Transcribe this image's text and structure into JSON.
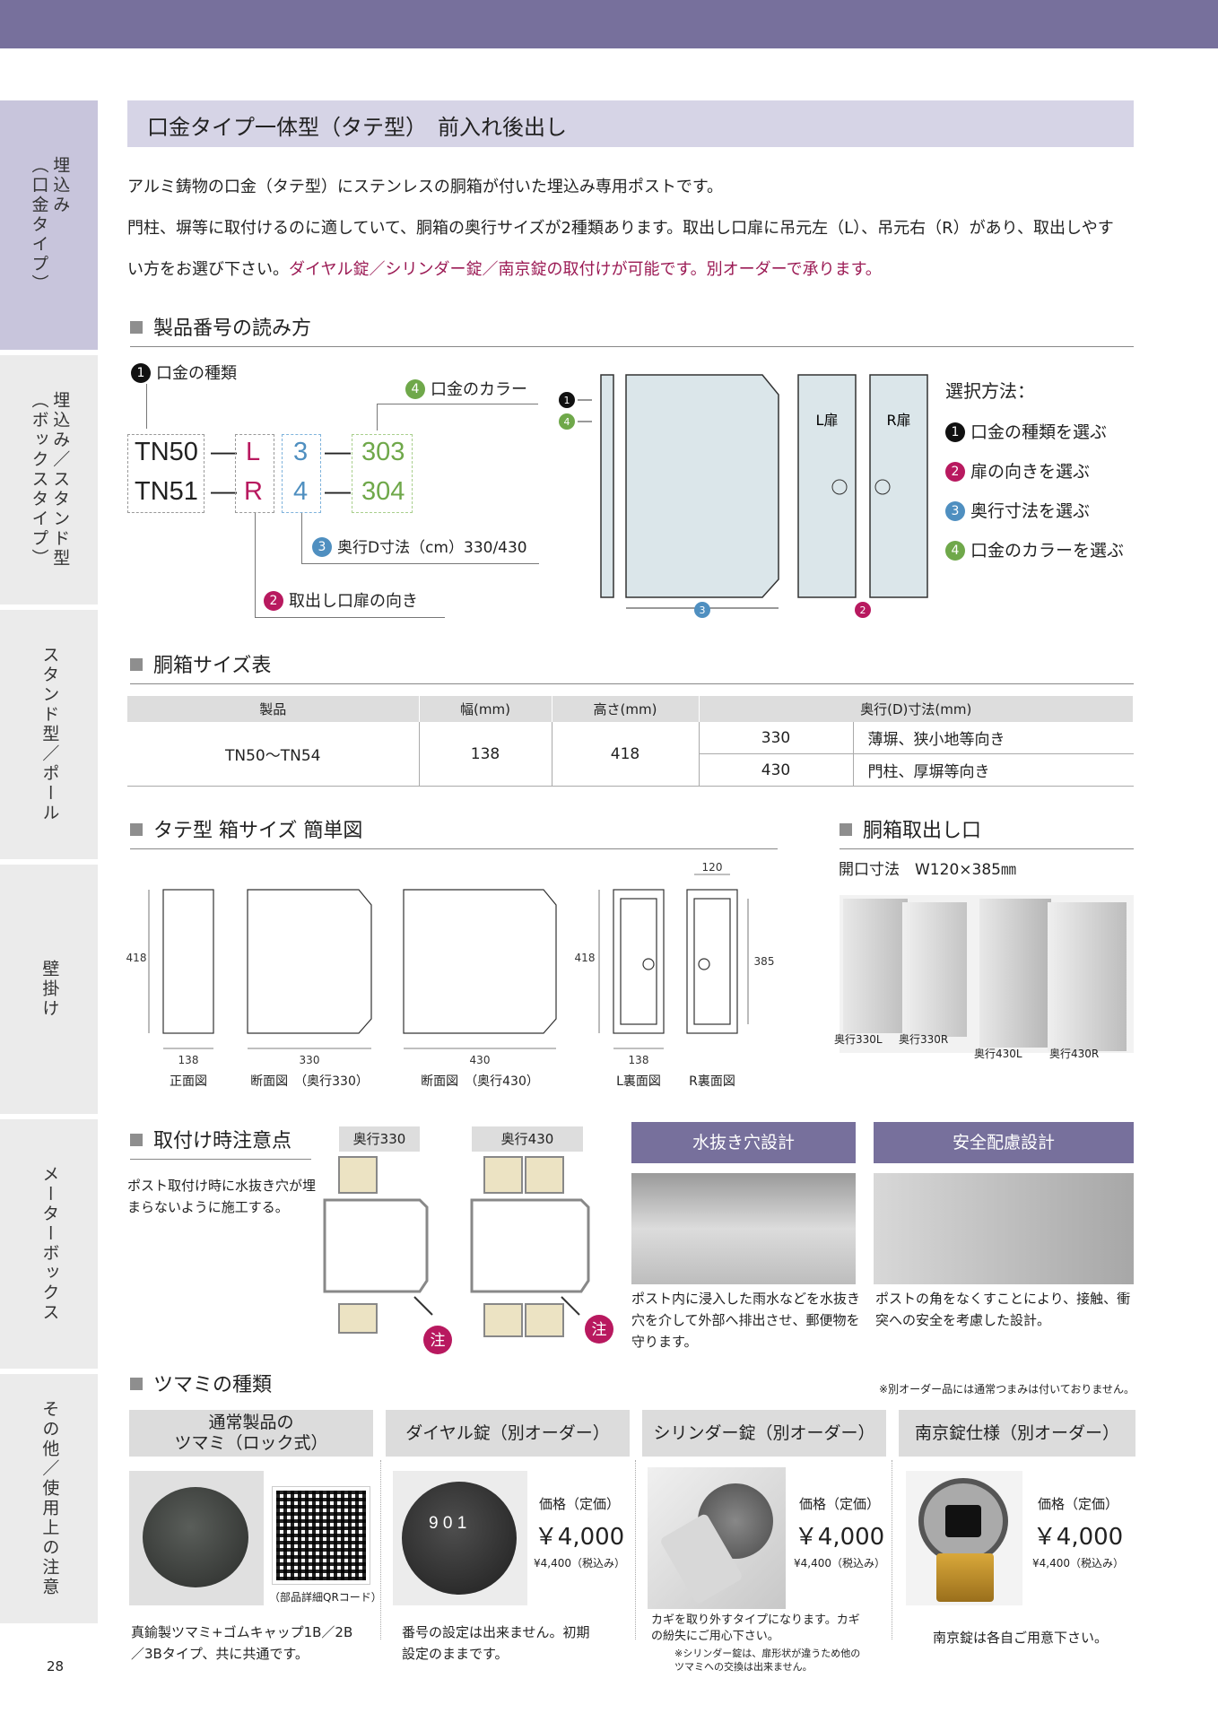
{
  "page_number": "28",
  "sidebar": [
    {
      "label": "埋込み",
      "label2": "（口金タイプ）"
    },
    {
      "label": "埋込み／スタンド型",
      "label2": "（ボックスタイプ）"
    },
    {
      "label": "スタンド型／ポール",
      "label2": ""
    },
    {
      "label": "壁掛け",
      "label2": ""
    },
    {
      "label": "メーターボックス",
      "label2": ""
    },
    {
      "label": "その他／使用上の注意",
      "label2": ""
    }
  ],
  "title": "口金タイプ一体型（タテ型）　前入れ後出し",
  "intro": {
    "line1": "アルミ鋳物の口金（タテ型）にステンレスの胴箱が付いた埋込み専用ポストです。",
    "line2": "門柱、塀等に取付けるのに適していて、胴箱の奥行サイズが2種類あります。取出し口扉に吊元左（L）、吊元右（R）があり、取出しやす",
    "line3": "い方をお選び下さい。",
    "line3_red": "ダイヤル錠／シリンダー錠／南京錠の取付けが可能です。別オーダーで承ります。"
  },
  "reading": {
    "heading": "製品番号の読み方",
    "label1": "口金の種類",
    "label2": "取出し口扉の向き",
    "label3": "奥行D寸法（cm）330/430",
    "label4": "口金のカラー",
    "codes": {
      "a1": "TN50",
      "a2": "TN51",
      "b1": "L",
      "b2": "R",
      "c1": "3",
      "c2": "4",
      "d1": "303",
      "d2": "304"
    },
    "n1": "1",
    "n2": "2",
    "n3": "3",
    "n4": "4",
    "door_l": "L扉",
    "door_r": "R扉",
    "select_title": "選択方法：",
    "select": [
      "口金の種類を選ぶ",
      "扉の向きを選ぶ",
      "奥行寸法を選ぶ",
      "口金のカラーを選ぶ"
    ]
  },
  "size_table": {
    "heading": "胴箱サイズ表",
    "headers": [
      "製品",
      "幅(mm)",
      "高さ(mm)",
      "奥行(D)寸法(mm)"
    ],
    "product": "TN50〜TN54",
    "width": "138",
    "height": "418",
    "rows": [
      {
        "d": "330",
        "use": "薄塀、狭小地等向き"
      },
      {
        "d": "430",
        "use": "門柱、厚塀等向き"
      }
    ]
  },
  "box_diagram": {
    "heading": "タテ型 箱サイズ 簡単図",
    "dim_418a": "418",
    "dim_418b": "418",
    "dim_138a": "138",
    "dim_138b": "138",
    "dim_330": "330",
    "dim_430": "430",
    "dim_120": "120",
    "dim_385": "385",
    "captions": [
      "正面図",
      "断面図　（奥行330）",
      "断面図　（奥行430）",
      "L裏面図",
      "R裏面図"
    ]
  },
  "opening": {
    "heading": "胴箱取出し口",
    "size": "開口寸法　W120×385㎜",
    "photo_captions": [
      "奥行330L",
      "奥行330R",
      "奥行430L",
      "奥行430R"
    ]
  },
  "caution": {
    "heading": "取付け時注意点",
    "text": "ポスト取付け時に水抜き穴が埋まらないように施工する。",
    "tag330": "奥行330",
    "tag430": "奥行430",
    "mark": "注"
  },
  "drain": {
    "title": "水抜き穴設計",
    "text": "ポスト内に浸入した雨水などを水抜き穴を介して外部へ排出させ、郵便物を守ります。"
  },
  "safety": {
    "title": "安全配慮設計",
    "text": "ポストの角をなくすことにより、接触、衝突への安全を考慮した設計。"
  },
  "knobs": {
    "heading": "ツマミの種類",
    "note": "※別オーダー品には通常つまみは付いておりません。",
    "normal": {
      "title": "通常製品の\nツマミ（ロック式）",
      "qr": "（部品詳細QRコード）",
      "text": "真鍮製ツマミ+ゴムキャップ1B／2B／3Bタイプ、共に共通です。"
    },
    "dial": {
      "title": "ダイヤル錠（別オーダー）",
      "price_label": "価格（定価）",
      "price": "￥4,000",
      "tax": "¥4,400（税込み）",
      "text": "番号の設定は出来ません。初期設定のままです。",
      "digits": "9 0 1"
    },
    "cylinder": {
      "title": "シリンダー錠（別オーダー）",
      "price_label": "価格（定価）",
      "price": "￥4,000",
      "tax": "¥4,400（税込み）",
      "text": "カギを取り外すタイプになります。カギの紛失にご用心下さい。",
      "note": "※シリンダー錠は、扉形状が違うため他のツマミへの交換は出来ません。"
    },
    "padlock": {
      "title": "南京錠仕様（別オーダー）",
      "price_label": "価格（定価）",
      "price": "￥4,000",
      "tax": "¥4,400（税込み）",
      "text": "南京錠は各自ご用意下さい。"
    }
  }
}
